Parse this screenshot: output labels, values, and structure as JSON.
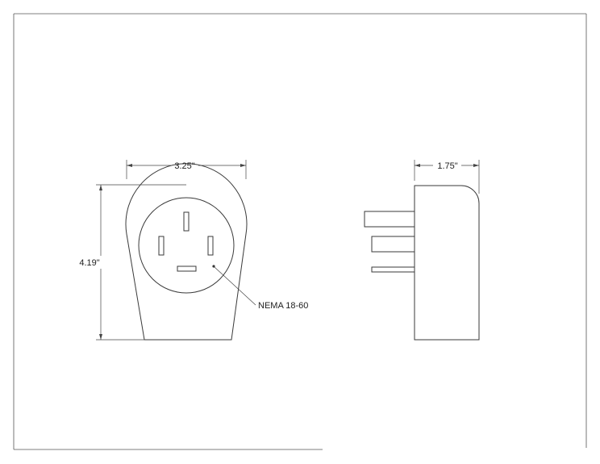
{
  "drawing": {
    "front_view": {
      "width_label": "3.25\"",
      "height_label": "4.19\"",
      "callout_label": "NEMA 18-60"
    },
    "side_view": {
      "depth_label": "1.75\""
    }
  }
}
